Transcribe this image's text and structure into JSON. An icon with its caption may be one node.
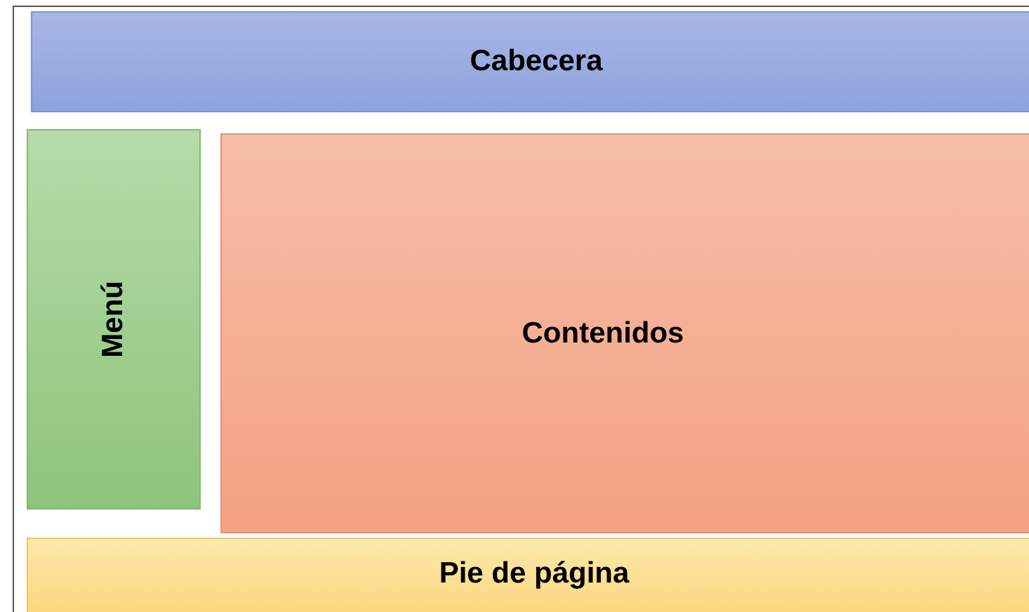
{
  "diagram": {
    "nodes": [
      {
        "text": [
          "Cabecera"
        ]
      },
      {
        "text": [
          "Menú"
        ]
      },
      {
        "text": [
          "Contenidos"
        ]
      },
      {
        "text": [
          "Pie de página"
        ]
      }
    ]
  }
}
